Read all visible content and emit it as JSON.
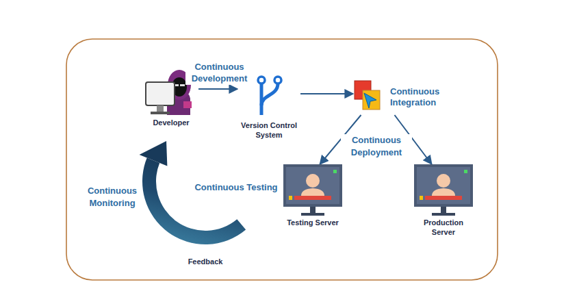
{
  "diagram": {
    "nodes": [
      {
        "text": [
          "Developer"
        ]
      },
      {
        "text": [
          "Version Control System"
        ]
      },
      {
        "text": [
          "Continuous Integration"
        ]
      },
      {
        "text": [
          "Testing Server"
        ]
      },
      {
        "text": [
          "Production Server"
        ]
      }
    ],
    "edges": [
      {
        "from": 0,
        "to": 1,
        "arrow": "to",
        "label": "Continuous Development"
      },
      {
        "from": 1,
        "to": 2,
        "arrow": "to"
      },
      {
        "from": 2,
        "to": 3,
        "arrow": "to"
      },
      {
        "from": 2,
        "to": 4,
        "arrow": "to"
      }
    ],
    "labels": [
      "Continuous Deployment",
      "Continuous Testing",
      "Continuous Monitoring",
      "Feedback"
    ]
  }
}
